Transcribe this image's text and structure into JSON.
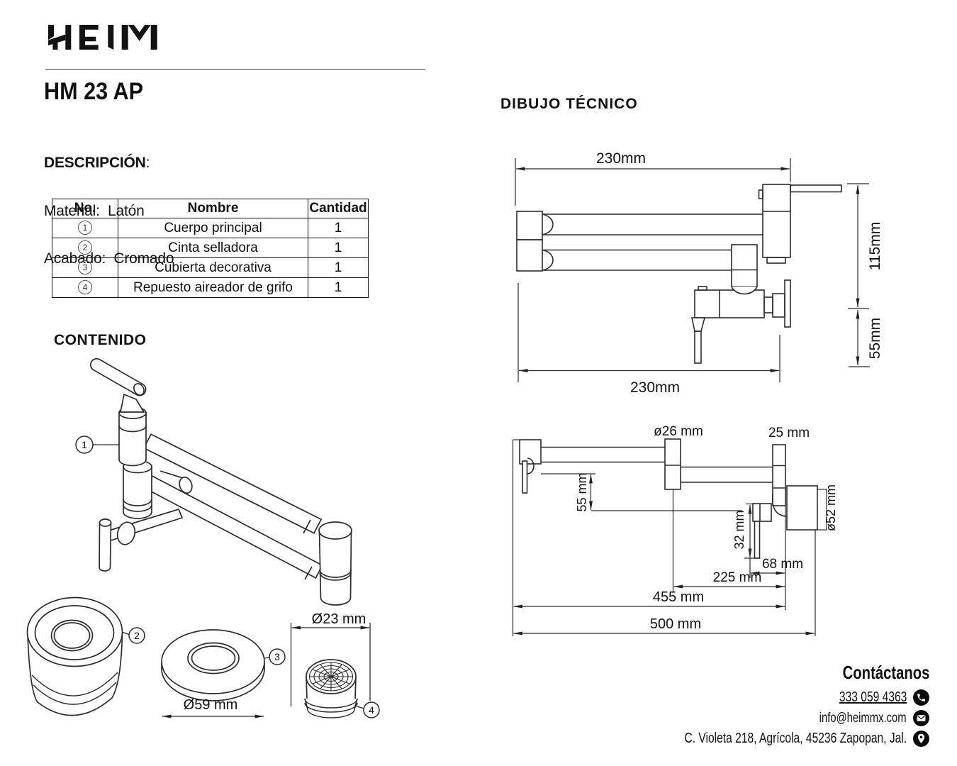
{
  "brand": {
    "logo_text": "HEIM"
  },
  "product": {
    "code": "HM 23 AP"
  },
  "description": {
    "label": "DESCRIPCIÓN",
    "colon": ":",
    "material": "Material:  Latón",
    "finish": "Acabado:  Cromado"
  },
  "parts_table": {
    "headers": {
      "no": "No.",
      "name": "Nombre",
      "qty": "Cantidad"
    },
    "rows": [
      {
        "no": "1",
        "name": "Cuerpo principal",
        "qty": "1"
      },
      {
        "no": "2",
        "name": "Cinta selladora",
        "qty": "1"
      },
      {
        "no": "3",
        "name": "Cubierta decorativa",
        "qty": "1"
      },
      {
        "no": "4",
        "name": "Repuesto aireador de grifo",
        "qty": "1"
      }
    ]
  },
  "contenido": {
    "title": "CONTENIDO",
    "callouts": [
      "1",
      "2",
      "3",
      "4"
    ],
    "dimensions": {
      "aerator_diameter": "Ø23 mm",
      "escutcheon_diameter": "Ø59 mm"
    }
  },
  "technical": {
    "title": "DIBUJO TÉCNICO",
    "side_view": {
      "width_top": "230mm",
      "height_upper": "115mm",
      "height_lower": "55mm",
      "width_bottom": "230mm"
    },
    "top_view": {
      "pivot_diameter": "ø26 mm",
      "joint_width": "25 mm",
      "offset_55": "55 mm",
      "offset_32": "32 mm",
      "spout_diameter": "ø52 mm",
      "dim_68": "68 mm",
      "dim_225": "225 mm",
      "dim_455": "455 mm",
      "dim_500": "500 mm"
    }
  },
  "contact": {
    "title": "Contáctanos",
    "phone": "333 059 4363",
    "email": "info@heimmx.com",
    "address": "C. Violeta 218, Agrícola, 45236 Zapopan, Jal."
  }
}
